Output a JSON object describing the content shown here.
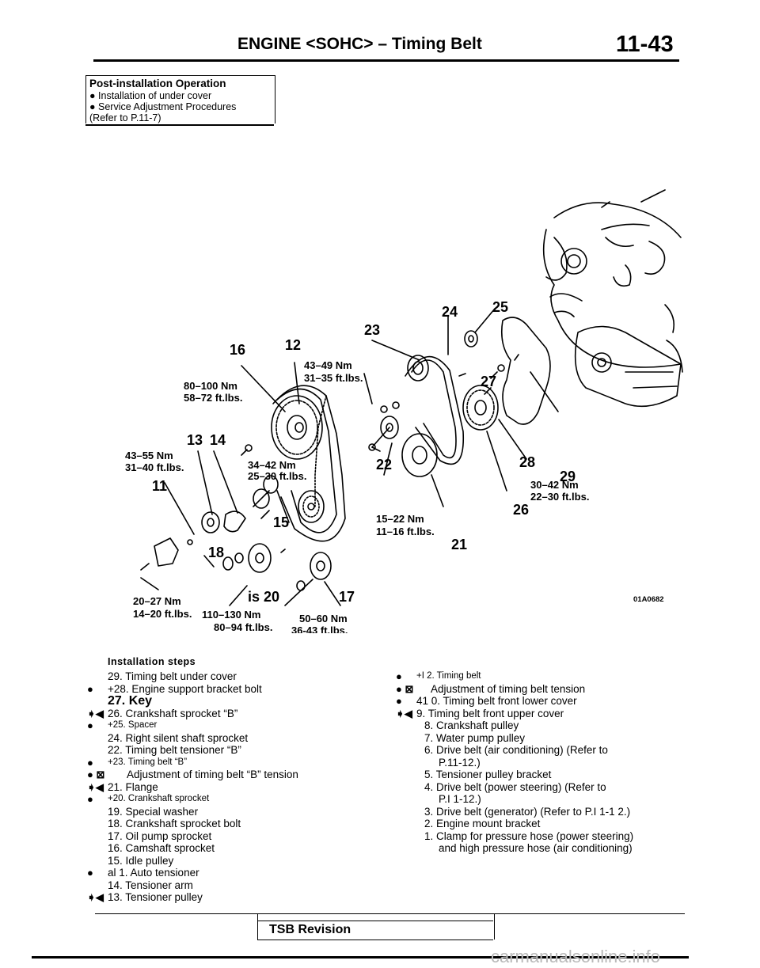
{
  "header": {
    "title": "ENGINE <SOHC> – Timing Belt",
    "page": "11-43"
  },
  "post_install": {
    "title": "Post-installation Operation",
    "line1": "● Installation of under cover",
    "line2": "● Service Adjustment Procedures",
    "line3": "(Refer to P.11-7)"
  },
  "diagram": {
    "callouts": {
      "n11": "11",
      "n12": "12",
      "n13": "13",
      "n14": "14",
      "n15": "15",
      "n16": "16",
      "n17": "17",
      "n18": "18",
      "n20": "is  20",
      "n21": "21",
      "n22": "22",
      "n23": "23",
      "n24": "24",
      "n25": "25",
      "n26": "26",
      "n27": "27",
      "n28": "28",
      "n29": "29"
    },
    "torques": {
      "t1a": "80–100 Nm",
      "t1b": "58–72 ft.lbs.",
      "t2a": "43–49 Nm",
      "t2b": "31–35 ft.lbs.",
      "t3a": "43–55 Nm",
      "t3b": "31–40 ft.lbs.",
      "t4a": "34–42 Nm",
      "t4b": "25–30 ft.lbs.",
      "t5a": "15–22 Nm",
      "t5b": "11–16 ft.lbs.",
      "t6a": "30–42 Nm",
      "t6b": "22–30 ft.lbs.",
      "t7a": "20–27 Nm",
      "t7b": "14–20 ft.lbs.",
      "t8a": "110–130 Nm",
      "t8b": "80–94 ft.lbs.",
      "t9a": "50–60 Nm",
      "t9b": "36-43  ft.lbs."
    },
    "code": "01A0682"
  },
  "steps_heading": "Installation steps",
  "left_steps": [
    {
      "mark": "",
      "text": "29. Timing belt under cover"
    },
    {
      "mark": "●",
      "text": "+28. Engine support bracket bolt"
    },
    {
      "mark": "",
      "text": "27. Key"
    },
    {
      "mark": "➧◀",
      "text": "26. Crankshaft sprocket “B”"
    },
    {
      "mark": "●",
      "text": "+25.  Spacer"
    },
    {
      "mark": "",
      "text": "24. Right silent shaft sprocket"
    },
    {
      "mark": "",
      "text": "22. Timing belt tensioner “B”"
    },
    {
      "mark": "●",
      "text": "+23. Timing belt “B”"
    },
    {
      "mark": "● ⊠",
      "text": "Adjustment of timing belt “B” tension"
    },
    {
      "mark": "➧◀",
      "text": "21. Flange"
    },
    {
      "mark": "●",
      "text": "+20.  Crankshaft  sprocket"
    },
    {
      "mark": "",
      "text": "19. Special washer"
    },
    {
      "mark": "",
      "text": "18. Crankshaft sprocket bolt"
    },
    {
      "mark": "",
      "text": "17. Oil pump sprocket"
    },
    {
      "mark": "",
      "text": "16. Camshaft sprocket"
    },
    {
      "mark": "",
      "text": "15. Idle pulley"
    },
    {
      "mark": "●",
      "text": "al 1. Auto tensioner"
    },
    {
      "mark": "",
      "text": "14. Tensioner arm"
    },
    {
      "mark": "➧◀",
      "text": "13. Tensioner  pulley"
    }
  ],
  "right_steps": [
    {
      "mark": "●",
      "text": "+I 2. Timing belt"
    },
    {
      "mark": "● ⊠",
      "text": "Adjustment of timing belt tension"
    },
    {
      "mark": "●",
      "text": "41 0. Timing belt front lower cover"
    },
    {
      "mark": "➧◀",
      "text": "9. Timing belt front upper cover"
    },
    {
      "mark": "",
      "text": "8. Crankshaft pulley"
    },
    {
      "mark": "",
      "text": "7. Water pump pulley"
    },
    {
      "mark": "",
      "text": "6. Drive belt (air conditioning) (Refer to"
    },
    {
      "mark": "",
      "text": "P.11-12.)"
    },
    {
      "mark": "",
      "text": "5. Tensioner pulley bracket"
    },
    {
      "mark": "",
      "text": "4. Drive belt (power steering) (Refer to"
    },
    {
      "mark": "",
      "text": "P.I 1-12.)"
    },
    {
      "mark": "",
      "text": "3. Drive belt (generator) (Refer to P.I 1-1 2.)"
    },
    {
      "mark": "",
      "text": "2. Engine mount bracket"
    },
    {
      "mark": "",
      "text": "1. Clamp for pressure hose (power steering)"
    },
    {
      "mark": "",
      "text": "and high pressure hose (air conditioning)"
    }
  ],
  "footer": {
    "tsb": "TSB Revision"
  },
  "watermark": "carmanualsonline.info"
}
